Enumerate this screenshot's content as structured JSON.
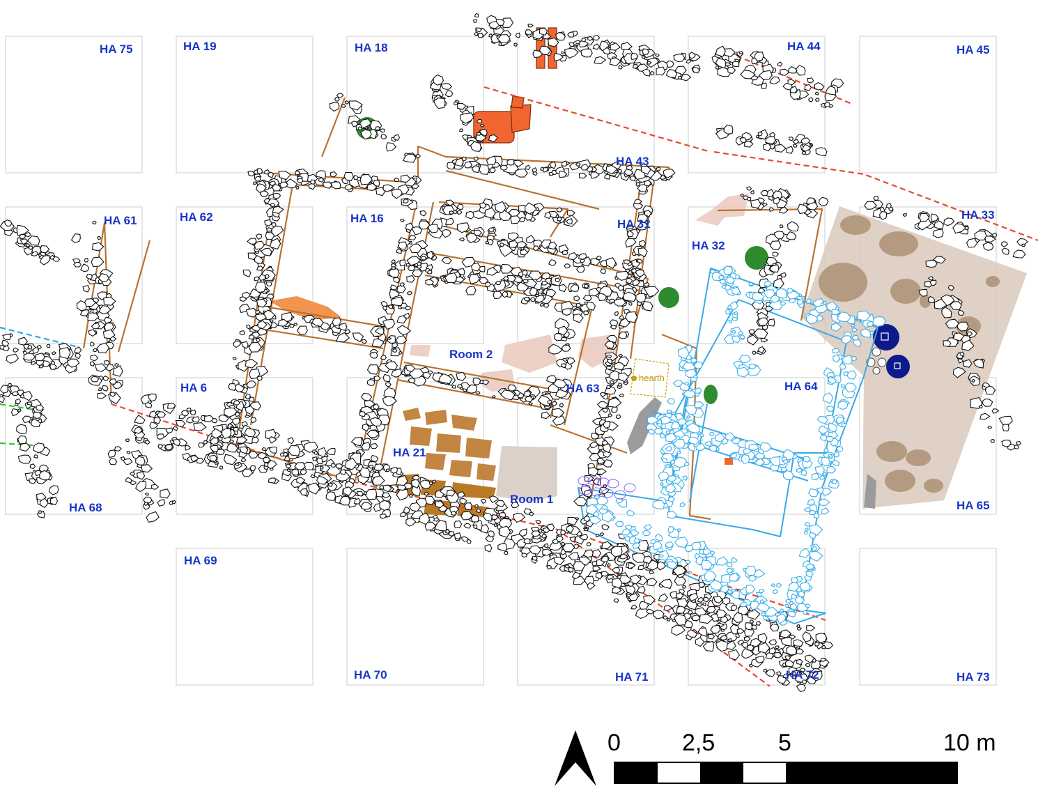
{
  "grid_labels": {
    "ha75": "HA 75",
    "ha19": "HA 19",
    "ha18": "HA 18",
    "ha44": "HA 44",
    "ha45": "HA 45",
    "ha43": "HA 43",
    "ha61": "HA 61",
    "ha62": "HA 62",
    "ha16": "HA 16",
    "ha31": "HA 31",
    "ha32": "HA 32",
    "ha33": "HA 33",
    "ha6": "HA 6",
    "ha21": "HA 21",
    "ha63": "HA 63",
    "ha64": "HA 64",
    "ha68": "HA 68",
    "ha65": "HA 65",
    "ha69": "HA 69",
    "ha70": "HA 70",
    "ha71": "HA 71",
    "ha72": "HA 72",
    "ha73": "HA 73"
  },
  "room_labels": {
    "room1": "Room 1",
    "room2": "Room 2"
  },
  "feature_labels": {
    "hearth": "hearth"
  },
  "scale_bar": {
    "tick_0": "0",
    "tick_2_5": "2,5",
    "tick_5": "5",
    "tick_10": "10 m"
  },
  "colors": {
    "grid_label": "#1736c9",
    "wall_phase_a": "#b9722f",
    "wall_phase_b": "#37a9e8",
    "excavation_boundary": "#e8492a",
    "pit_green": "#2e8b2e",
    "post_blue": "#0c1a8c",
    "slab_orange": "#f26530",
    "pavement_brown": "#c28642",
    "soil_beige": "#d9c9bb"
  },
  "icons": {
    "north_arrow": "north-arrow-icon"
  }
}
